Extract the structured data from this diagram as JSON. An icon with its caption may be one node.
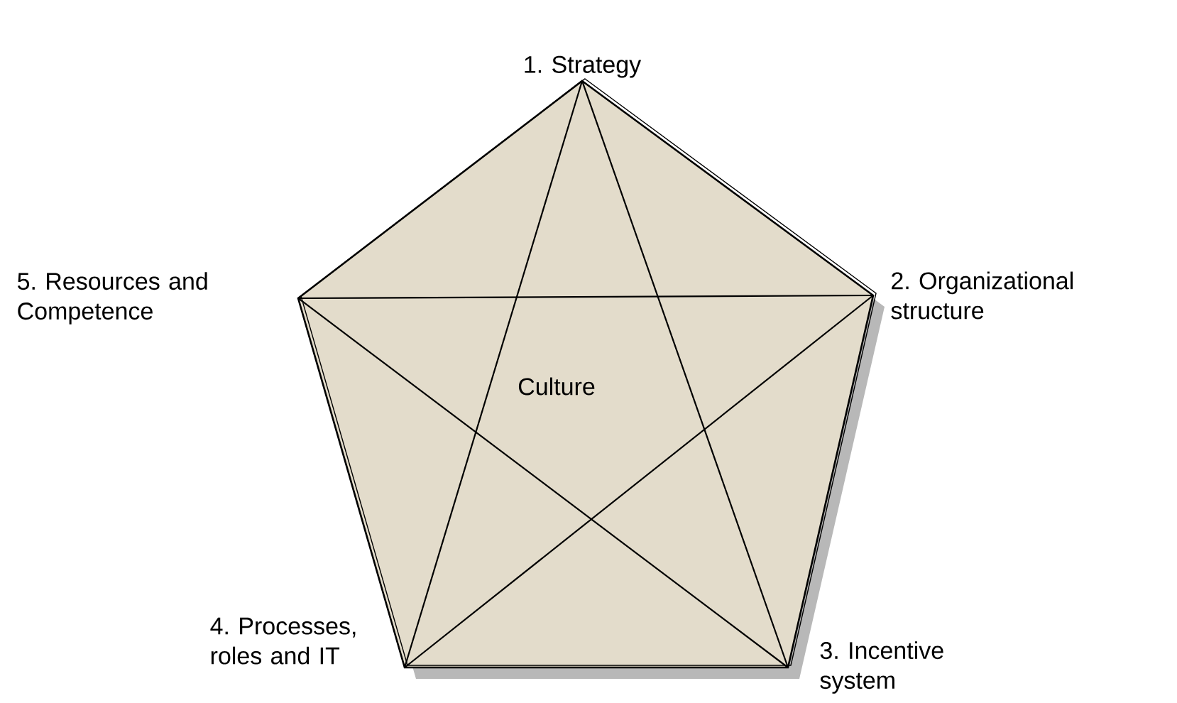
{
  "diagram": {
    "nodes": [
      {
        "text": [
          "1. Strategy"
        ]
      },
      {
        "text": [
          "2. Organizational structure"
        ]
      },
      {
        "text": [
          "3. Incentive system"
        ]
      },
      {
        "text": [
          "4. Processes, roles and IT"
        ]
      },
      {
        "text": [
          "5. Resources and Competence"
        ]
      }
    ],
    "labels": [
      "Culture"
    ],
    "edges": [
      {
        "from": 0,
        "to": 3,
        "arrow": "none"
      },
      {
        "from": 0,
        "to": 2,
        "arrow": "none"
      },
      {
        "from": 4,
        "to": 1,
        "arrow": "none"
      },
      {
        "from": 4,
        "to": 2,
        "arrow": "none"
      },
      {
        "from": 1,
        "to": 3,
        "arrow": "none"
      }
    ]
  }
}
